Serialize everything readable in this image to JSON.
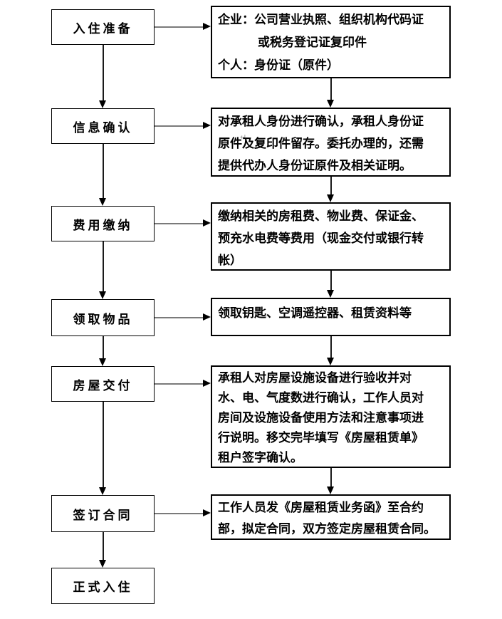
{
  "flowchart": {
    "steps": [
      {
        "label": "入住准备",
        "detail_lines": [
          "企业：公司营业执照、组织机构代码证",
          "或税务登记证复印件",
          "个人：身份证（原件）"
        ]
      },
      {
        "label": "信息确认",
        "detail_lines": [
          "对承租人身份进行确认，承租人身份证",
          "原件及复印件留存。委托办理的，还需",
          "提供代办人身份证原件及相关证明。"
        ]
      },
      {
        "label": "费用缴纳",
        "detail_lines": [
          "缴纳相关的房租费、物业费、保证金、",
          "预充水电费等费用（现金交付或银行转",
          "帐）"
        ]
      },
      {
        "label": "领取物品",
        "detail_lines": [
          "领取钥匙、空调遥控器、租赁资料等"
        ]
      },
      {
        "label": "房屋交付",
        "detail_lines": [
          "承租人对房屋设施设备进行验收并对",
          "水、电、气度数进行确认，工作人员对",
          "房间及设施设备使用方法和注意事项进",
          "行说明。移交完毕填写《房屋租赁单》",
          "租户签字确认。"
        ]
      },
      {
        "label": "签订合同",
        "detail_lines": [
          "工作人员发《房屋租赁业务函》至合约",
          "部，拟定合同，双方签定房屋租赁合同。"
        ]
      },
      {
        "label": "正式入住",
        "detail_lines": []
      }
    ],
    "artifact_mark": "↵",
    "colors": {
      "background": "#ffffff",
      "box_border": "#000000",
      "horizontal_connector": "#7a7a7a",
      "vertical_connector": "#1a1a1a",
      "arrowhead": "#000000",
      "text": "#000000"
    }
  }
}
